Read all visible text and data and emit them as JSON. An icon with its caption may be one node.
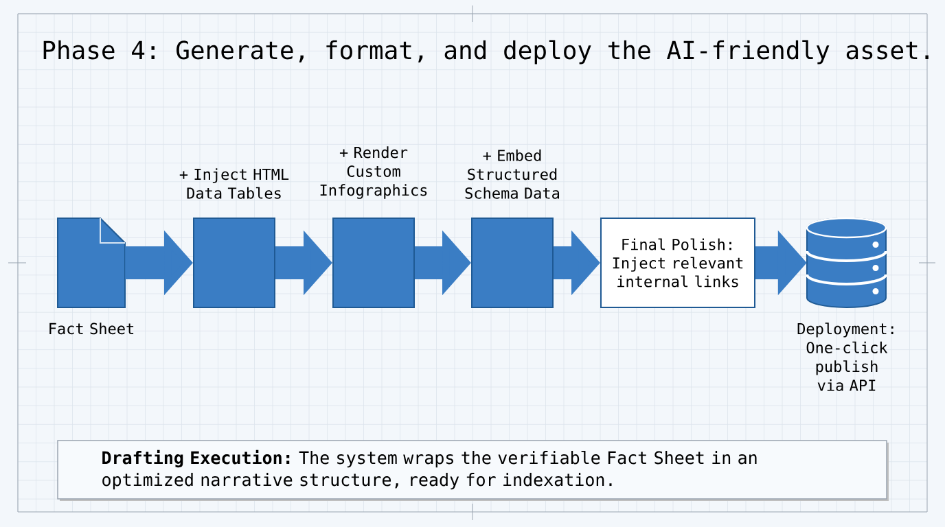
{
  "diagram": {
    "title": "Phase 4: Generate, format, and deploy the AI-friendly asset.",
    "nodes": [
      {
        "text": [],
        "shape": "document",
        "beside": [
          "Fact Sheet"
        ]
      },
      {
        "text": [],
        "shape": "box",
        "beside": [
          "+ Inject HTML Data Tables"
        ]
      },
      {
        "text": [],
        "shape": "box",
        "beside": [
          "+ Render Custom Infographics"
        ]
      },
      {
        "text": [],
        "shape": "box",
        "beside": [
          "+ Embed Structured Schema Data"
        ]
      },
      {
        "text": [
          "Final Polish: Inject relevant internal links"
        ]
      },
      {
        "text": [],
        "shape": "cylinder",
        "beside": [
          "Deployment: One-click publish via API"
        ]
      },
      {
        "text": [
          "**Drafting Execution:** The system wraps the verifiable Fact Sheet in an optimized narrative structure, ready for indexation."
        ]
      }
    ],
    "edges": [
      {
        "from": 0,
        "to": 1,
        "arrow": "to"
      },
      {
        "from": 1,
        "to": 2,
        "arrow": "to"
      },
      {
        "from": 2,
        "to": 3,
        "arrow": "to"
      },
      {
        "from": 3,
        "to": 4,
        "arrow": "to"
      },
      {
        "from": 4,
        "to": 5,
        "arrow": "to"
      }
    ]
  }
}
